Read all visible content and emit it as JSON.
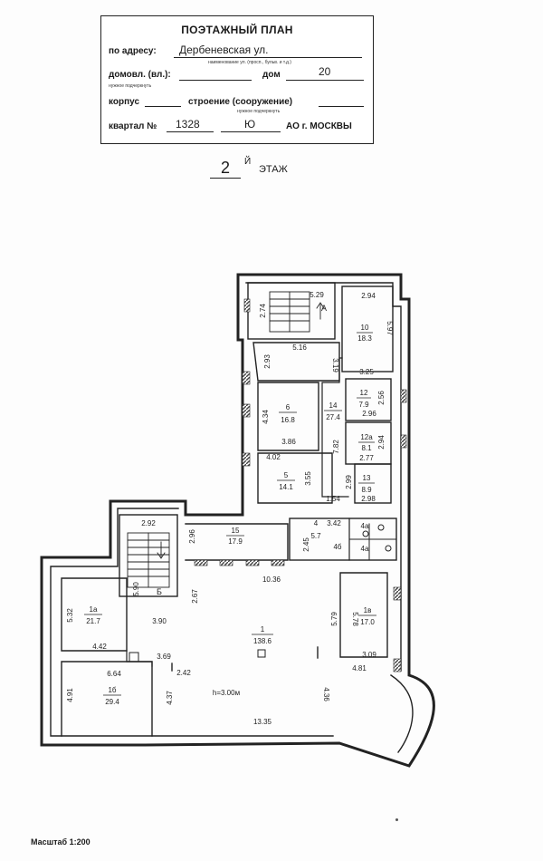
{
  "header": {
    "title": "ПОЭТАЖНЫЙ ПЛАН",
    "address_label": "по адресу:",
    "address_value": "Дербеневская ул.",
    "address_hint": "наименование ул. (просп., бульв. и т.д.)",
    "domovl_label": "домовл. (вл.):",
    "domovl_hint": "нужное подчеркнуть",
    "dom_label": "дом",
    "dom_value": "20",
    "korpus_label": "корпус",
    "stroenie_label": "строение (сооружение)",
    "stroenie_hint": "нужное подчеркнуть",
    "kvartal_label": "квартал №",
    "kvartal_value": "1328",
    "okrug_value": "Ю",
    "city_label": "АО г. МОСКВЫ"
  },
  "floor": {
    "number": "2",
    "suffix": "Й",
    "word": "ЭТАЖ"
  },
  "stairs": {
    "a": "А",
    "b": "Б"
  },
  "rooms": [
    {
      "id": "r10",
      "no": "10",
      "area": "18.3"
    },
    {
      "id": "r6",
      "no": "6",
      "area": "16.8"
    },
    {
      "id": "r14",
      "no": "14",
      "area": "27.4"
    },
    {
      "id": "r12",
      "no": "12",
      "area": "7.9"
    },
    {
      "id": "r12a",
      "no": "12а",
      "area": "8.1"
    },
    {
      "id": "r5",
      "no": "5",
      "area": "14.1"
    },
    {
      "id": "r13",
      "no": "13",
      "area": "8.9"
    },
    {
      "id": "r15",
      "no": "15",
      "area": "17.9"
    },
    {
      "id": "r1a",
      "no": "1а",
      "area": "21.7"
    },
    {
      "id": "r1v",
      "no": "1в",
      "area": "17.0"
    },
    {
      "id": "r1",
      "no": "1",
      "area": "138.6"
    },
    {
      "id": "r1b",
      "no": "1б",
      "area": "29.4"
    }
  ],
  "small_rooms": {
    "r4": "4",
    "r4_area": "5.7",
    "r4a1": "4а",
    "r4b": "4б",
    "r4a2": "4а"
  },
  "dims": {
    "d529": "5.29",
    "d274": "2.74",
    "d294a": "2.94",
    "d597": "5.97",
    "d516": "5.16",
    "d293": "2.93",
    "d319": "3.19",
    "d325": "3.25",
    "d434": "4.34",
    "d386": "3.86",
    "d256": "2.56",
    "d296a": "2.96",
    "d294b": "2.94",
    "d782": "7.82",
    "d277": "2.77",
    "d402": "4.02",
    "d355": "3.55",
    "d299": "2.99",
    "d298": "2.98",
    "d154": "1.54",
    "d342": "3.42",
    "d245": "2.45",
    "d292": "2.92",
    "d296b": "2.96",
    "d590": "5.90",
    "d1036": "10.36",
    "d267": "2.67",
    "d532": "5.32",
    "d390": "3.90",
    "d579": "5.79",
    "d578": "5.78",
    "d442": "4.42",
    "d369": "3.69",
    "d309": "3.09",
    "d664": "6.64",
    "d242": "2.42",
    "d481": "4.81",
    "d491": "4.91",
    "d437": "4.37",
    "d436": "4.36",
    "d1335": "13.35"
  },
  "height_note": "h=3.00м",
  "scale_label": "Масштаб 1:200",
  "colors": {
    "line": "#222222",
    "hatch": "#444444",
    "paper": "#fdfdfd"
  }
}
